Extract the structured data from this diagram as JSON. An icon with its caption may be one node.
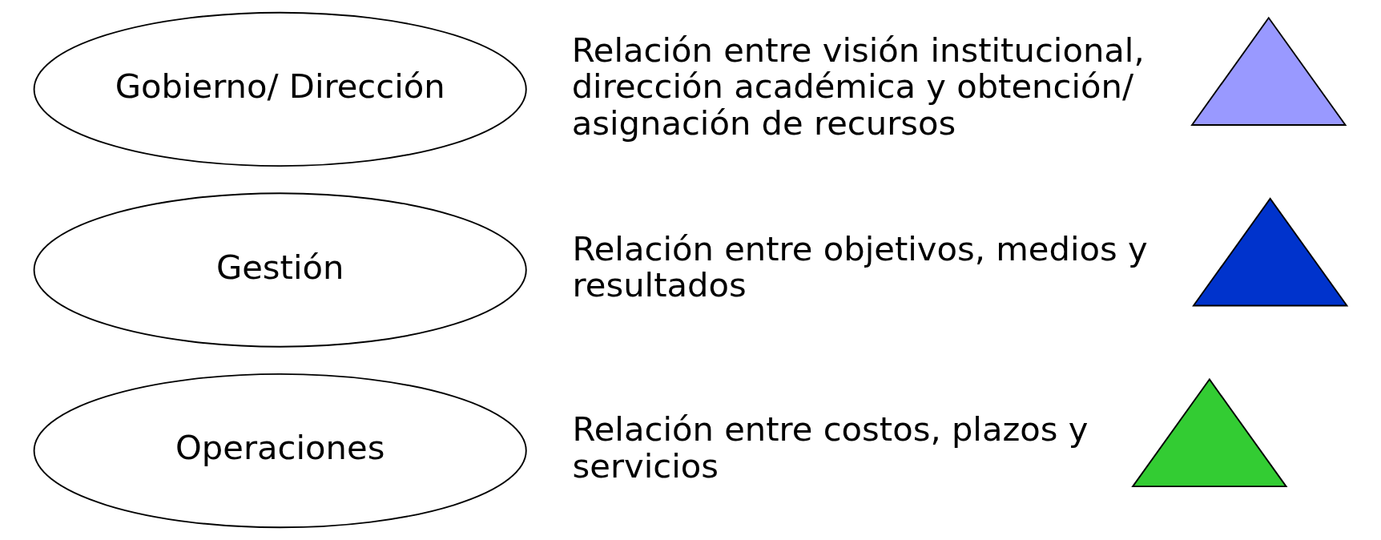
{
  "diagram": {
    "nodes": [
      {
        "text": [
          "Gobierno/ Dirección"
        ],
        "beside": [
          "Relación entre visión institucional, dirección académica y obtención/ asignación de recursos"
        ]
      },
      {
        "text": [],
        "shape": "triangle"
      },
      {
        "text": [
          "Gestión"
        ],
        "beside": [
          "Relación entre objetivos, medios y resultados"
        ]
      },
      {
        "text": [],
        "shape": "triangle"
      },
      {
        "text": [
          "Operaciones"
        ],
        "beside": [
          "Relación entre costos, plazos y servicios"
        ]
      },
      {
        "text": [],
        "shape": "triangle"
      }
    ]
  }
}
